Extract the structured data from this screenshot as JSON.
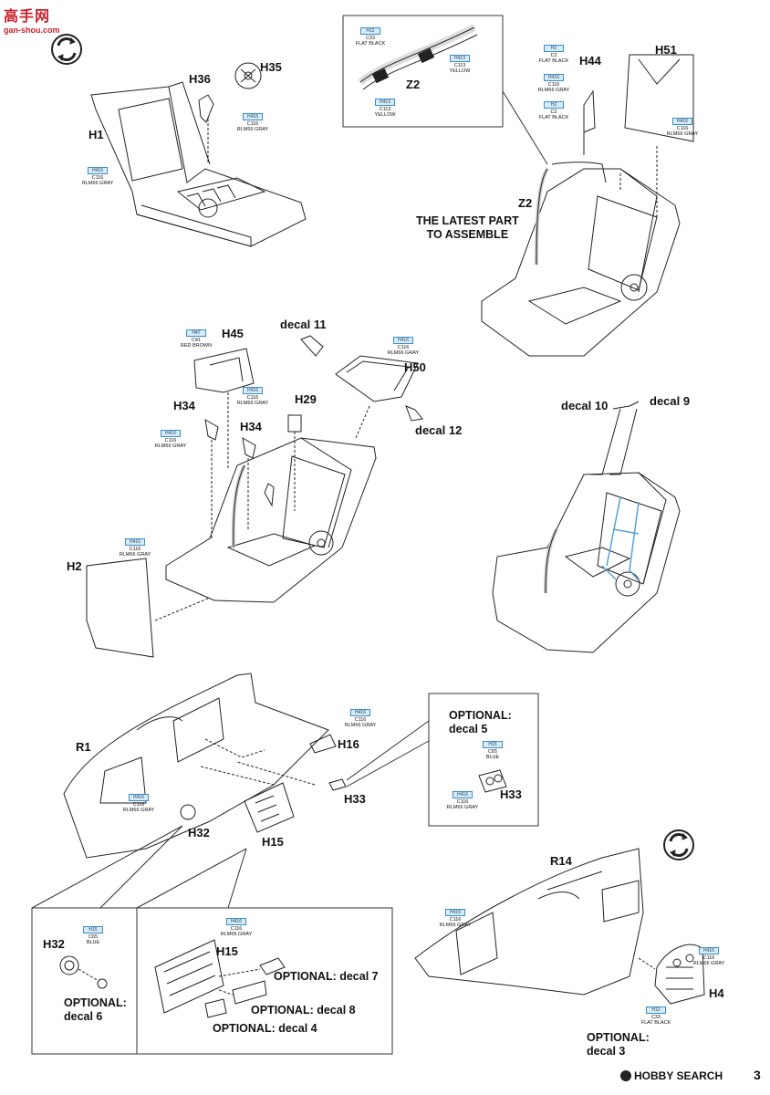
{
  "watermark": {
    "top": "高手网",
    "url": "gan-shou.com"
  },
  "footer": {
    "brand": "HOBBY SEARCH",
    "page": "3"
  },
  "notes": {
    "latest_part": "THE LATEST PART\nTO ASSEMBLE"
  },
  "parts": {
    "H1": "H1",
    "H2": "H2",
    "H4": "H4",
    "H15": "H15",
    "H15b": "H15",
    "H16": "H16",
    "H29": "H29",
    "H32": "H32",
    "H32b": "H32",
    "H33": "H33",
    "H33b": "H33",
    "H34a": "H34",
    "H34b": "H34",
    "H35": "H35",
    "H36": "H36",
    "H44": "H44",
    "H45": "H45",
    "H50": "H50",
    "H51": "H51",
    "R1": "R1",
    "R14": "R14",
    "Z2a": "Z2",
    "Z2b": "Z2"
  },
  "decals": {
    "d9": "decal 9",
    "d10": "decal 10",
    "d11": "decal 11",
    "d12": "decal 12"
  },
  "optional": {
    "o5": "OPTIONAL:\ndecal 5",
    "o6": "OPTIONAL:\ndecal 6",
    "o7": "OPTIONAL: decal 7",
    "o8": "OPTIONAL: decal 8",
    "o4": "OPTIONAL: decal 4",
    "o3": "OPTIONAL:\ndecal 3"
  },
  "paint": {
    "rlm66": {
      "h": "H416",
      "c": "C116",
      "n": "RLM66 GRAY"
    },
    "flatblack33": {
      "h": "H12",
      "c": "C33",
      "n": "FLAT BLACK"
    },
    "flatblack2": {
      "h": "H2",
      "c": "C2",
      "n": "FLAT BLACK"
    },
    "yellow": {
      "h": "H413",
      "c": "C113",
      "n": "YELLOW"
    },
    "redbrown": {
      "h": "H47",
      "c": "C41",
      "n": "RED BROWN"
    },
    "blue": {
      "h": "H15",
      "c": "C65",
      "n": "BLUE"
    }
  },
  "colors": {
    "callout_fill": "#d6ebf7",
    "callout_border": "#3b8ec7",
    "line": "#222222",
    "harness_blue": "#5aa0d8"
  }
}
